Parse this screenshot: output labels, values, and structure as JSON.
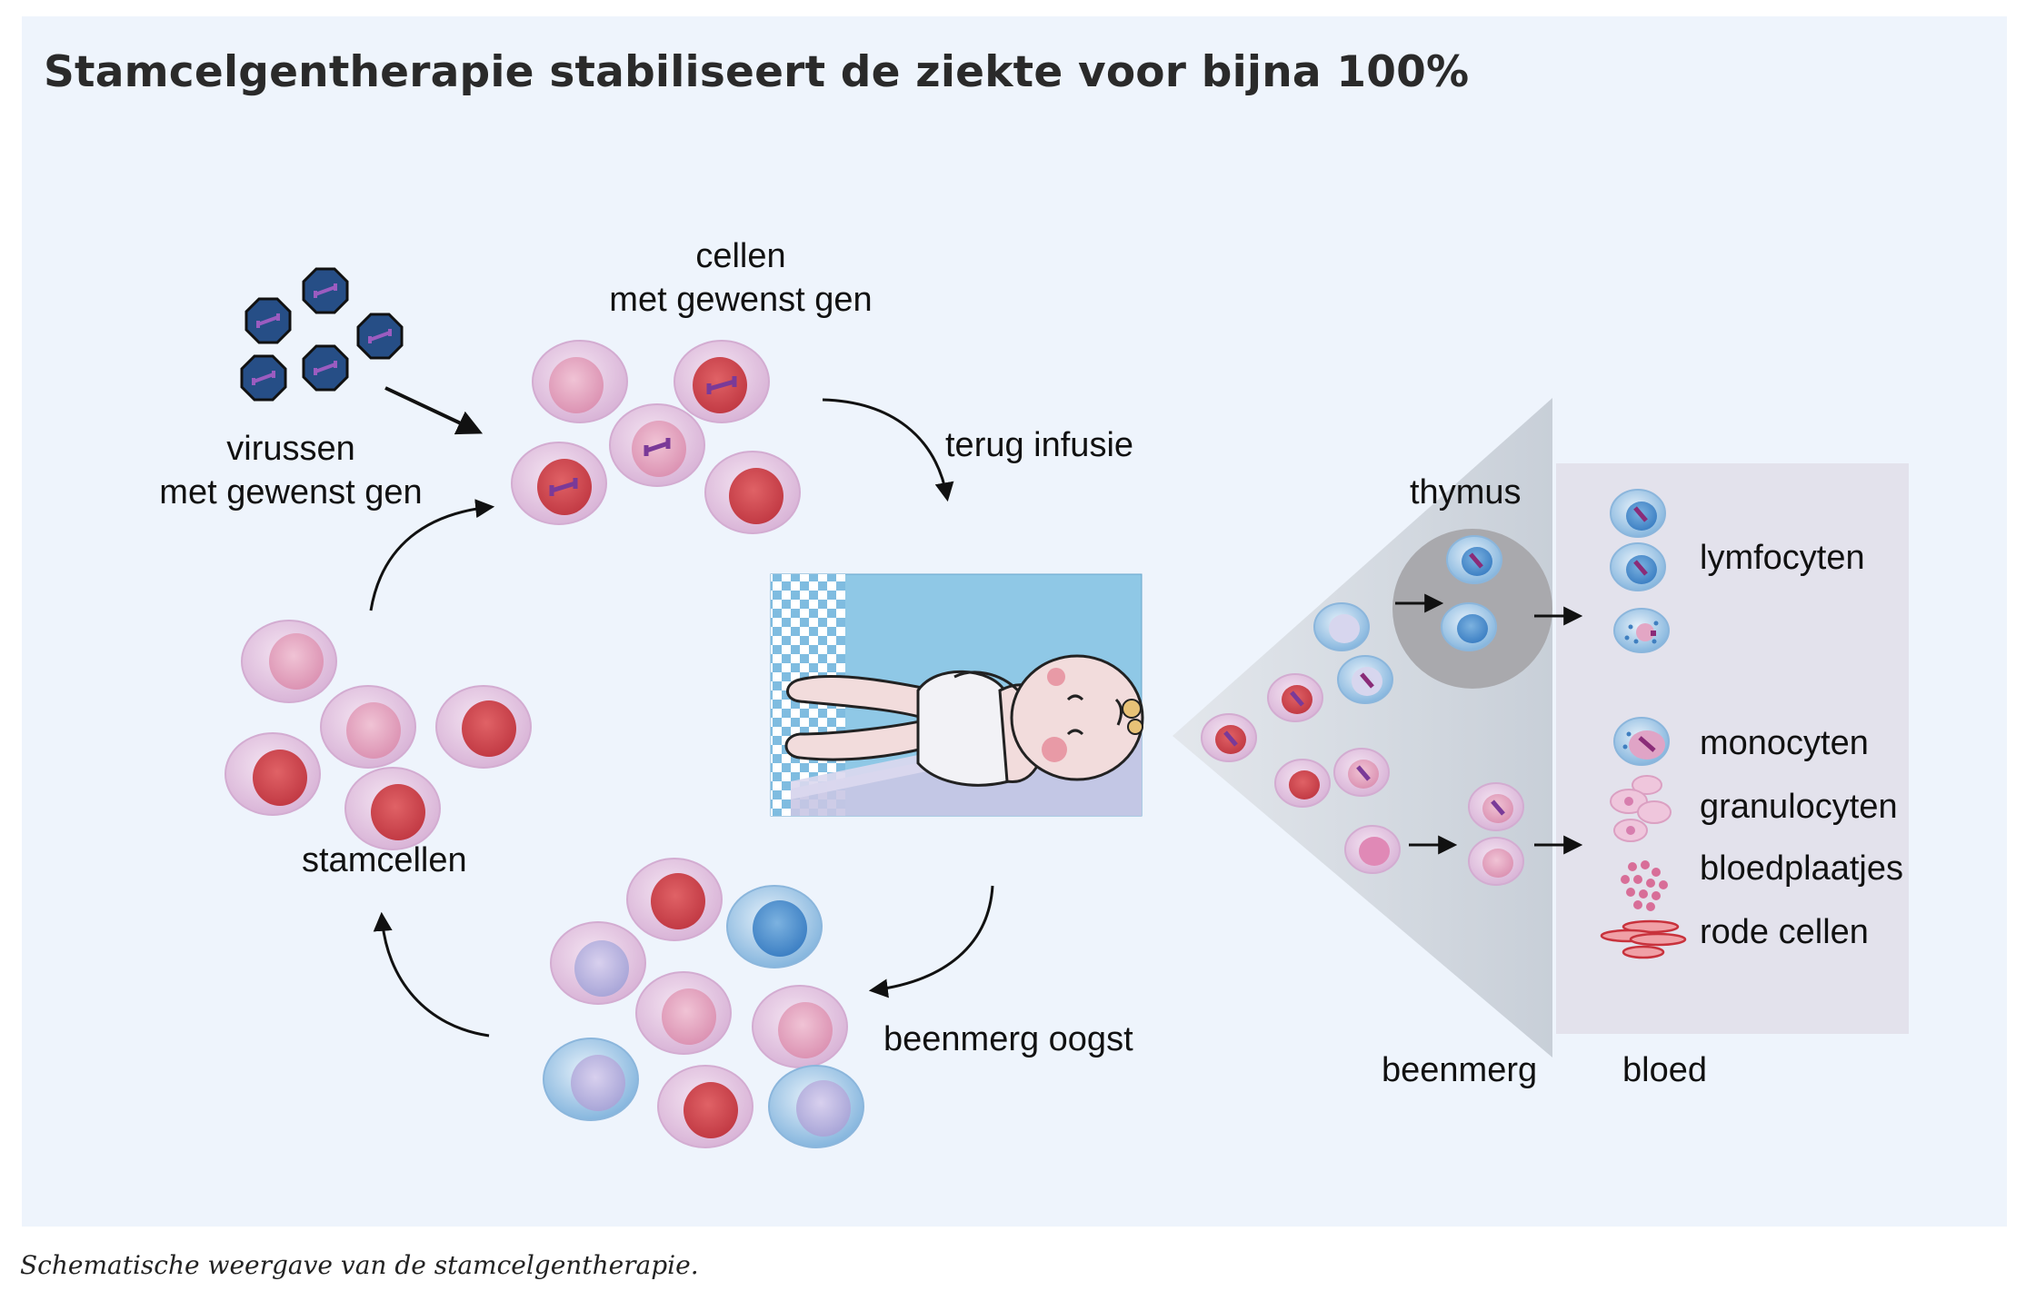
{
  "title": "Stamcelgentherapie stabiliseert de ziekte voor bijna 100%",
  "caption": "Schematische weergave van de stamcelgentherapie.",
  "labels": {
    "cellen_line1": "cellen",
    "cellen_line2": "met gewenst gen",
    "virussen_line1": "virussen",
    "virussen_line2": "met gewenst gen",
    "terug_infusie": "terug infusie",
    "stamcellen": "stamcellen",
    "beenmerg_oogst": "beenmerg oogst",
    "thymus": "thymus",
    "lymfocyten": "lymfocyten",
    "monocyten": "monocyten",
    "granulocyten": "granulocyten",
    "bloedplaatjes": "bloedplaatjes",
    "rode_cellen": "rode cellen",
    "beenmerg": "beenmerg",
    "bloed": "bloed"
  },
  "colors": {
    "panel": "#eef4fc",
    "cell_outer": "#e2c4e0",
    "cell_pink_nucleus": "#e4a2bf",
    "cell_red_nucleus": "#cf4a52",
    "cell_blue_outer": "#9fc6e6",
    "cell_blue_nucleus": "#4f92d0",
    "virus": "#264e86",
    "gene": "#7a3a98",
    "bone_marrow_triangle": "#d2d8e0",
    "blood_panel": "#e3e2ec",
    "thymus_circle": "#a9a9ad",
    "baby_background": "#8fc8e6",
    "arrow": "#111111"
  },
  "icons": [
    "virus-icon",
    "stem-cell-icon",
    "baby-illustration",
    "thymus-icon",
    "lymphocyte-icon",
    "monocyte-icon",
    "granulocyte-icon",
    "platelet-icon",
    "red-blood-cell-icon"
  ]
}
